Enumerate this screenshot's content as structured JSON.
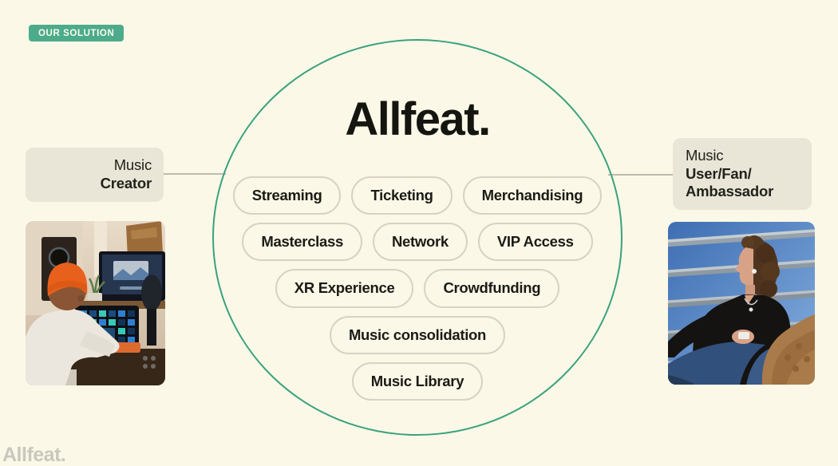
{
  "badge": {
    "label": "OUR SOLUTION"
  },
  "center": {
    "title": "Allfeat.",
    "pill_rows": [
      [
        "Streaming",
        "Ticketing",
        "Merchandising"
      ],
      [
        "Masterclass",
        "Network",
        "VIP Access"
      ],
      [
        "XR Experience",
        "Crowdfunding"
      ],
      [
        "Music consolidation"
      ],
      [
        "Music Library"
      ]
    ]
  },
  "left_card": {
    "line1": "Music",
    "line2": "Creator"
  },
  "right_card": {
    "line1": "Music",
    "line2": "User/Fan/",
    "line3": "Ambassador"
  },
  "footer": {
    "logo": "Allfeat."
  },
  "photos": {
    "left": "music-creator-working-at-studio-desk",
    "right": "music-fan-with-earbuds-sitting-outdoors"
  },
  "colors": {
    "background": "#FBF8E8",
    "badge_green": "#4CAB8A",
    "circle_green": "#3AA27C",
    "card_beige": "#E9E6D8",
    "pill_border": "#D6D3C5",
    "text_dark": "#1B1B15",
    "connector_gray": "#BDBBAE",
    "logo_gray": "#C9C8BD"
  }
}
